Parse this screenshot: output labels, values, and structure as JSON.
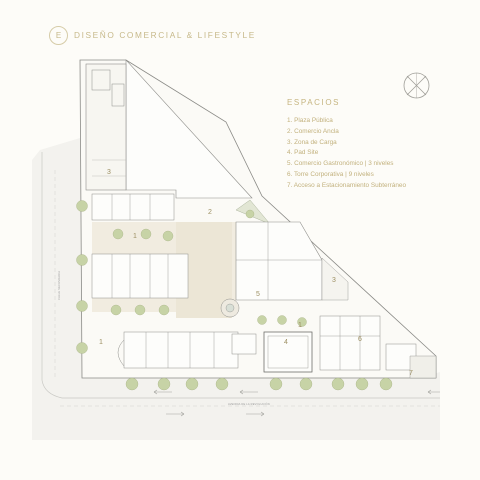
{
  "header": {
    "logo_text": "E",
    "title": "DISEÑO COMERCIAL & LIFESTYLE"
  },
  "compass_icon": "compass-icon",
  "legend": {
    "title": "ESPACIOS",
    "items": [
      "1. Plaza Pública",
      "2. Comercio Ancla",
      "3. Zona de Carga",
      "4. Pad Site",
      "5. Comercio Gastronómico | 3 niveles",
      "6. Torre Corporativa | 9 niveles",
      "7. Acceso a Estacionamiento Subterráneo"
    ]
  },
  "plan_labels": {
    "zone_1a": "1",
    "zone_1b": "1",
    "zone_1c": "1",
    "zone_2": "2",
    "zone_3a": "3",
    "zone_3b": "3",
    "zone_4": "4",
    "zone_5": "5",
    "zone_6": "6",
    "zone_7": "7"
  },
  "streets": {
    "bottom": "AVENIDA DE LA REVOLUCIÓN",
    "left": "CALLE SECUNDARIA"
  },
  "colors": {
    "gold": "#c7b98a",
    "plaza": "#f1ece0",
    "tree": "#c7d3a6",
    "building_line": "#7c7c7c"
  }
}
